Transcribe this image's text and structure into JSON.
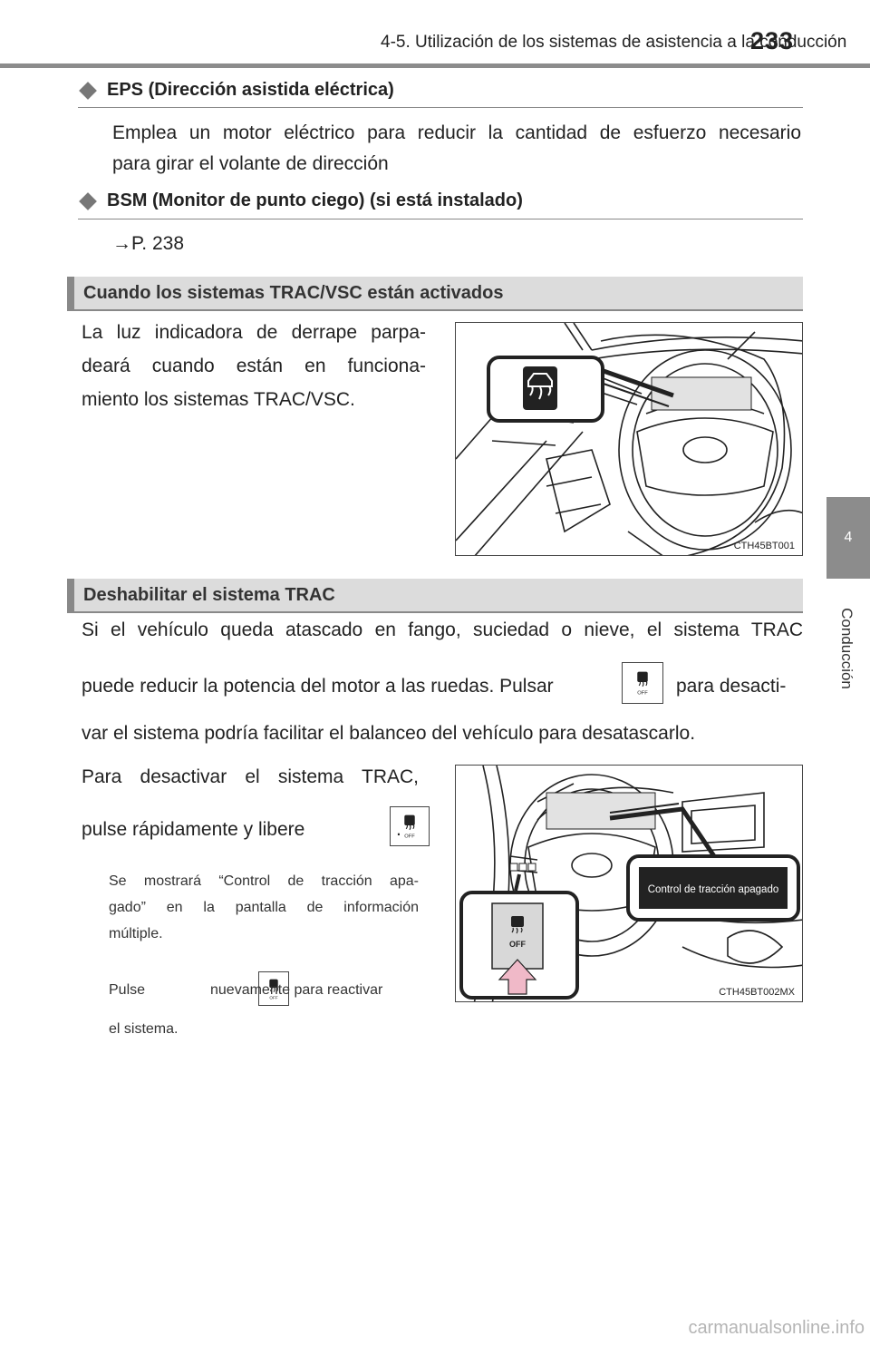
{
  "header": {
    "title": "4-5. Utilización de los sistemas de asistencia a la conducción",
    "page_number": "233"
  },
  "side_tab": {
    "number": "4",
    "label": "Conducción"
  },
  "eps": {
    "heading": "EPS (Dirección asistida eléctrica)",
    "text_line1": "Emplea un motor eléctrico para reducir la cantidad de esfuerzo necesario",
    "text_line2": "para girar el volante de dirección"
  },
  "bsm": {
    "heading": "BSM (Monitor de punto ciego) (si está instalado)",
    "ref": "→P. 238"
  },
  "section1": {
    "title": "Cuando los sistemas TRAC/VSC están activados",
    "text_line1": "La luz indicadora de derrape parpa-",
    "text_line2": "deará cuando están en funciona-",
    "text_line3": "miento los sistemas TRAC/VSC.",
    "figure_code": "CTH45BT001"
  },
  "section2": {
    "title": "Deshabilitar el sistema TRAC",
    "p1_line1": "Si el vehículo queda atascado en fango, suciedad o nieve, el sistema TRAC",
    "p1_line2a": "puede reducir la potencia del motor a las ruedas. Pulsar",
    "p1_line2b": "para desacti-",
    "p1_line3": "var el sistema podría facilitar el balanceo del vehículo para desatascarlo.",
    "p2_line1": "Para desactivar el sistema TRAC,",
    "p2_line2": "pulse rápidamente y libere",
    "p2_end": ".",
    "note1_line1": "Se mostrará “Control de tracción apa-",
    "note1_line2": "gado” en la pantalla de información",
    "note1_line3": "múltiple.",
    "note2_a": "Pulse",
    "note2_b": "nuevamente para reactivar",
    "note2_line2": "el sistema.",
    "display_message": "Control de tracción apagado",
    "switch_label": "OFF",
    "figure_code": "CTH45BT002MX"
  },
  "icons": {
    "button_label": "OFF"
  },
  "watermark": "carmanualsonline.info"
}
